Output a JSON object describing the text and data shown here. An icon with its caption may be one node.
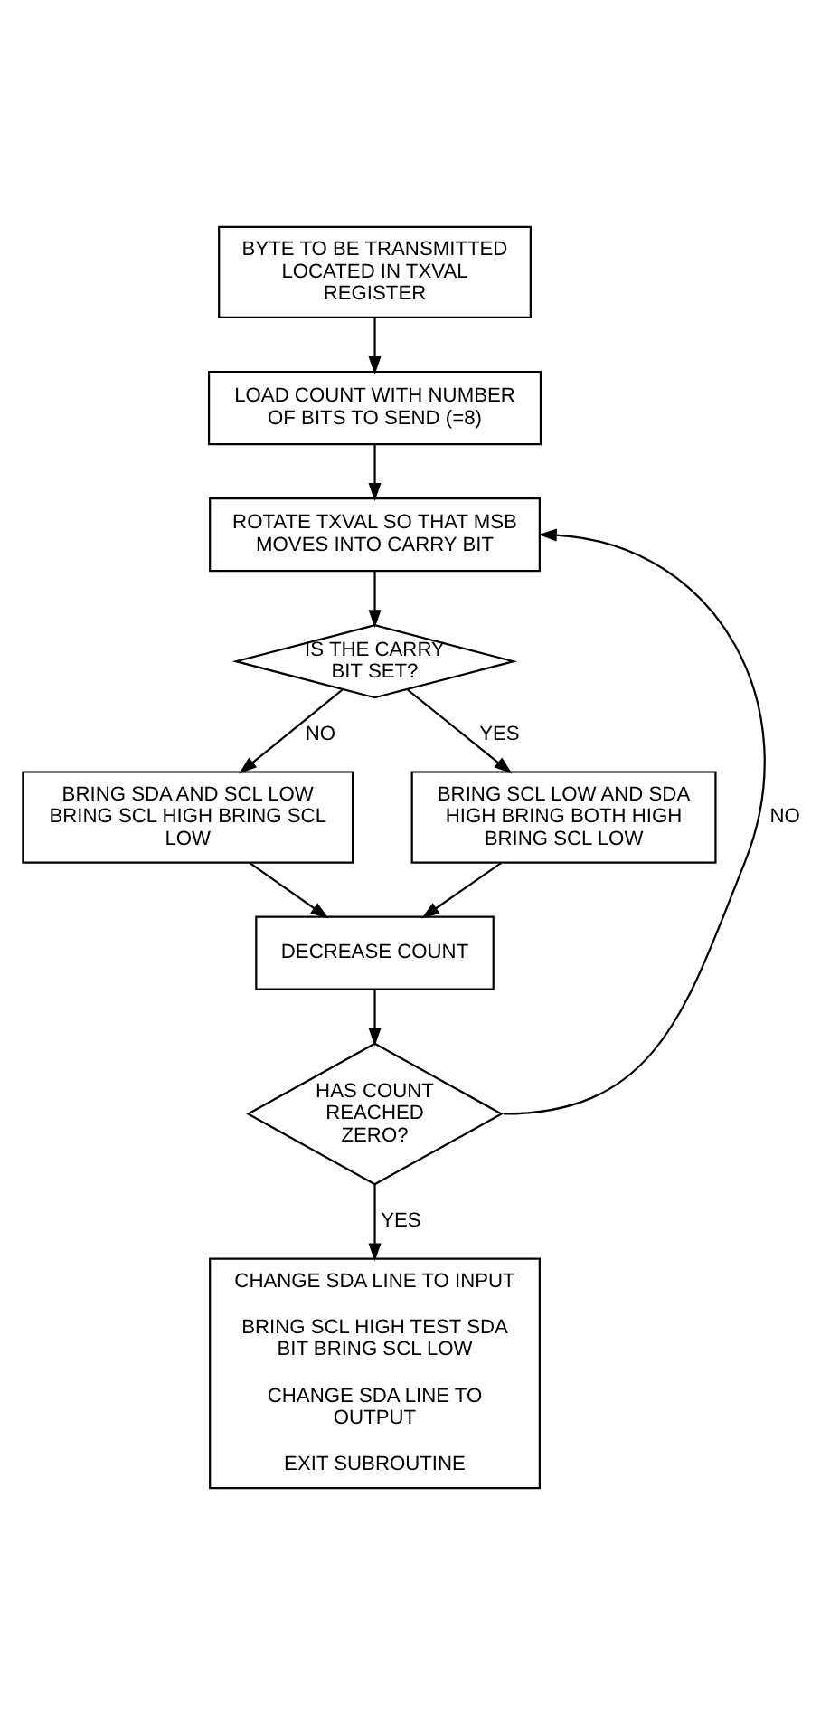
{
  "diagram": {
    "nodes": [
      {
        "text": [
          "BYTE TO BE TRANSMITTED LOCATED IN TXVAL REGISTER"
        ]
      },
      {
        "text": [
          "LOAD COUNT WITH NUMBER OF BITS TO SEND (=8)"
        ]
      },
      {
        "text": [
          "ROTATE TXVAL SO THAT MSB MOVES INTO CARRY BIT"
        ]
      },
      {
        "text": [
          "IS THE CARRY BIT SET?"
        ]
      },
      {
        "text": [
          "BRING SDA AND SCL LOW BRING SCL HIGH BRING SCL LOW"
        ]
      },
      {
        "text": [
          "BRING SCL LOW AND SDA HIGH BRING BOTH HIGH BRING SCL LOW"
        ]
      },
      {
        "text": [
          "DECREASE COUNT"
        ]
      },
      {
        "text": [
          "HAS COUNT REACHED ZERO?"
        ]
      },
      {
        "text": [
          "CHANGE SDA LINE TO INPUT",
          "BRING SCL HIGH TEST SDA BIT BRING SCL LOW",
          "CHANGE SDA LINE TO OUTPUT",
          "EXIT SUBROUTINE"
        ]
      }
    ],
    "edges": [
      {
        "from": 0,
        "to": 1,
        "arrow": "to"
      },
      {
        "from": 1,
        "to": 2,
        "arrow": "to"
      },
      {
        "from": 2,
        "to": 3,
        "arrow": "to"
      },
      {
        "from": 3,
        "to": 4,
        "arrow": "to",
        "label": "NO"
      },
      {
        "from": 3,
        "to": 5,
        "arrow": "to",
        "label": "YES"
      },
      {
        "from": 4,
        "to": 6,
        "arrow": "to"
      },
      {
        "from": 5,
        "to": 6,
        "arrow": "to"
      },
      {
        "from": 6,
        "to": 7,
        "arrow": "to"
      },
      {
        "from": 7,
        "to": 2,
        "arrow": "to",
        "label": "NO"
      },
      {
        "from": 7,
        "to": 8,
        "arrow": "to",
        "label": "YES"
      }
    ]
  }
}
